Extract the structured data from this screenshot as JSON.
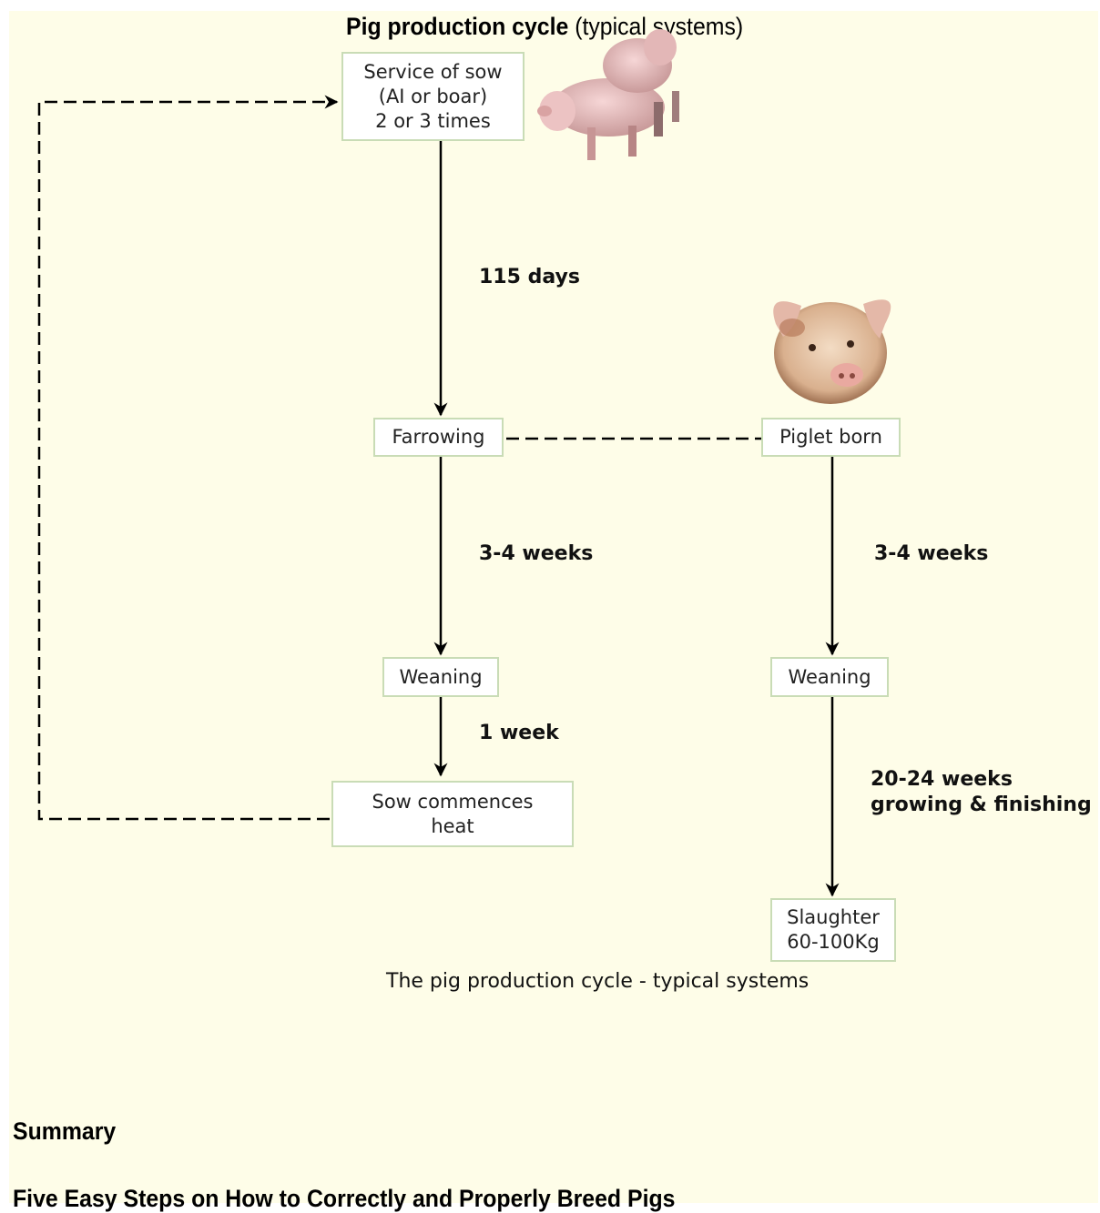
{
  "diagram": {
    "title_bold": "Pig production cycle",
    "title_rest": " (typical systems)",
    "nodes": {
      "service": "Service of sow\n(AI or boar)\n2 or 3 times",
      "farrowing": "Farrowing",
      "piglet_born": "Piglet born",
      "weaning_sow": "Weaning",
      "weaning_piglet": "Weaning",
      "sow_heat": "Sow commences\nheat",
      "slaughter": "Slaughter\n60-100Kg"
    },
    "edges": {
      "gestation": "115 days",
      "sow_lactation": "3-4 weeks",
      "piglet_lactation": "3-4 weeks",
      "return_to_heat": "1 week",
      "grow_finish": "20-24 weeks\ngrowing & finishing"
    },
    "caption": "The pig production cycle - typical systems",
    "images": [
      "mating-pigs-photo",
      "piglet-head-photo"
    ]
  },
  "article": {
    "summary_heading": "Summary",
    "next_heading": "Five Easy Steps on How to Correctly and Properly Breed Pigs"
  },
  "colors": {
    "background": "#fefde8",
    "node_border": "#c9dcb6",
    "line": "#000000"
  }
}
